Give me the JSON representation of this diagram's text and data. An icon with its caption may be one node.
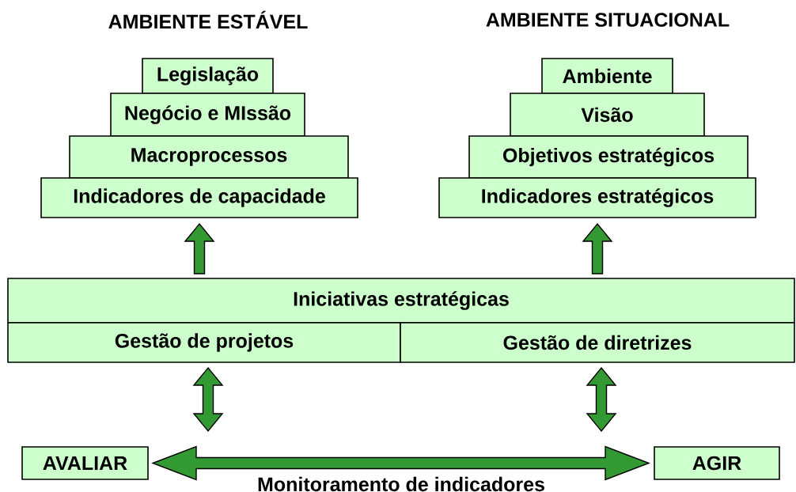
{
  "diagram": {
    "nodes": [
      {
        "text": [
          "Legislação"
        ]
      },
      {
        "text": [
          "Negócio e MIssão"
        ]
      },
      {
        "text": [
          "Macroprocessos"
        ]
      },
      {
        "text": [
          "Indicadores de capacidade"
        ]
      },
      {
        "text": [
          "Ambiente"
        ]
      },
      {
        "text": [
          "Visão"
        ]
      },
      {
        "text": [
          "Objetivos estratégicos"
        ]
      },
      {
        "text": [
          "Indicadores estratégicos"
        ]
      },
      {
        "text": [
          "Iniciativas estratégicas"
        ]
      },
      {
        "text": [
          "Gestão de projetos"
        ]
      },
      {
        "text": [
          "Gestão de diretrizes"
        ]
      },
      {
        "text": [
          "AVALIAR"
        ]
      },
      {
        "text": [
          "AGIR"
        ]
      }
    ],
    "edges": [
      {
        "from": 8,
        "to": 3,
        "arrow": "to"
      },
      {
        "from": 8,
        "to": 7,
        "arrow": "to"
      },
      {
        "from": 9,
        "to": null,
        "arrow": "both"
      },
      {
        "from": 10,
        "to": null,
        "arrow": "both"
      },
      {
        "from": 11,
        "to": 12,
        "arrow": "both",
        "label": "Monitoramento de indicadores"
      }
    ],
    "labels": [
      "AMBIENTE ESTÁVEL",
      "AMBIENTE SITUACIONAL"
    ]
  }
}
